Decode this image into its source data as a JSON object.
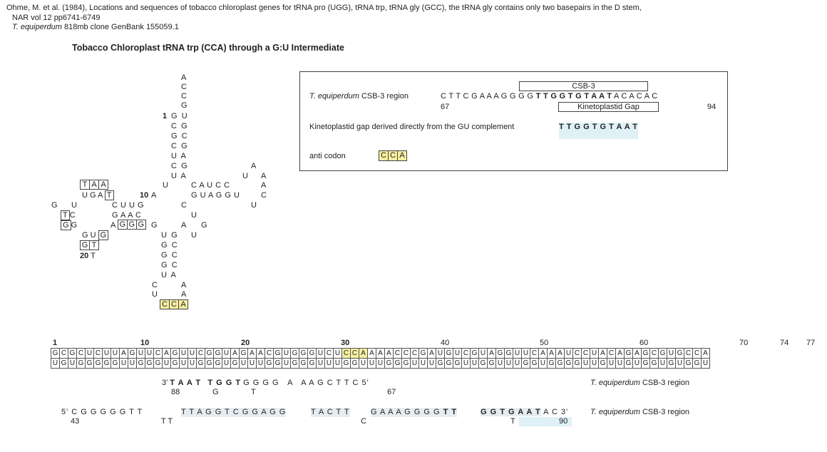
{
  "header": {
    "line1": "Ohme, M. et al. (1984), Locations and sequences of tobacco chloroplast genes for tRNA pro (UGG), tRNA trp, tRNA gly (GCC), the tRNA gly contains only two basepairs in the D stem,",
    "line2": "NAR vol 12 pp6741-6749",
    "line3_italic": "T. equiperdum",
    "line3_rest": " 818mb clone GenBank 155059.1"
  },
  "title": "Tobacco Chloroplast tRNA trp (CCA) through a G:U Intermediate",
  "legend": {
    "csb3_label": "CSB-3",
    "kgap_label": "Kinetoplastid Gap",
    "region_italic": "T. equiperdum",
    "region_rest": " CSB-3 region",
    "seq_plain": "C T T C G A A A G G G G ",
    "seq_bold": "T T G G T G T A A T",
    "seq_tail": " A C A C A C",
    "pos_start": "67",
    "pos_end": "94",
    "gap_text": "Kinetoplastid gap derived directly from the GU complement",
    "gap_seq": "T T G G T G T A A T",
    "anticodon_label": "anti codon",
    "anticodon": [
      "C",
      "C",
      "A"
    ]
  },
  "structure": {
    "acceptor_tail": [
      "A",
      "C",
      "C",
      "G"
    ],
    "acceptor_pairs": [
      [
        "G",
        "U"
      ],
      [
        "C",
        "G"
      ],
      [
        "G",
        "C"
      ],
      [
        "C",
        "G"
      ],
      [
        "U",
        "A"
      ],
      [
        "C",
        "G"
      ],
      [
        "U",
        "A"
      ]
    ],
    "pos1": "1",
    "pos10": "10",
    "pos20": "20",
    "anticodon_pairs": [
      [
        "U",
        "G"
      ],
      [
        "G",
        "C"
      ],
      [
        "G",
        "C"
      ],
      [
        "G",
        "C"
      ],
      [
        "U",
        "A"
      ]
    ],
    "anticodon_loop": [
      "C",
      "U",
      "A",
      "A"
    ],
    "anticodon": [
      "C",
      "C",
      "A"
    ],
    "t_arm_top": "C A U C C",
    "t_arm_bottom": "G U A G G U",
    "d_boxes": {
      "taa": [
        "T",
        "A",
        "A"
      ],
      "ugat_plain": "U G A ",
      "ugat_box": "T",
      "cuug": "C U U G",
      "gaac": "G A A C",
      "agggg_plain": "A ",
      "agggg_box": [
        "G",
        "G",
        "G"
      ],
      "gug_plain": "G U ",
      "gug_box": "G",
      "gt": [
        "G",
        "T"
      ],
      "t_box": "T",
      "g_box": "G",
      "gu_left": "G",
      "gu_right": "U",
      "t_after20": "T"
    }
  },
  "sequence": {
    "ticks": [
      "1",
      "10",
      "20",
      "30",
      "40",
      "50",
      "60",
      "70",
      "74",
      "77"
    ],
    "top": "GCGCUCUUAGUUCAGUUCGGUAGAACGUGGGUCUCCAAAACCCGAUGUCGUAGGUUCAAAUCCUACAGAGCGUGCCA",
    "bottom": "UGUGGGGGUUGGGUGUUGGGUGUUUGGUGGGUUUGGUUUGGGUUUGGGUUGGUUUGGUGGGGUUGUUGUGGUGUGGU",
    "highlight_start": 34,
    "highlight_len": 3
  },
  "align1": {
    "prefix": "3'",
    "bold1": "T A A T",
    "bold2": "T G G T",
    "plain1": "G G G G",
    "plain2": "A",
    "plain3": "A A G C T T C 5'",
    "n88": "88",
    "g": "G",
    "t": "T",
    "n67": "67",
    "region_italic": "T. equiperdum",
    "region_rest": " CSB-3 region"
  },
  "align2": {
    "s1": "5' C G G G G G T T",
    "s2": "T T A G G T C G G A G G",
    "s3": "T A C T T",
    "s4": "G A A A G G G G ",
    "s4b": "T T",
    "s5": "G G T G A A T",
    "s5b": " A C 3'",
    "n43": "43",
    "tt": "T T",
    "c": "C",
    "t": "T",
    "n90": "90",
    "region_italic": "T. equiperdum",
    "region_rest": " CSB-3 region"
  },
  "colors": {
    "highlight": "#f7f0a0",
    "border": "#444444"
  }
}
